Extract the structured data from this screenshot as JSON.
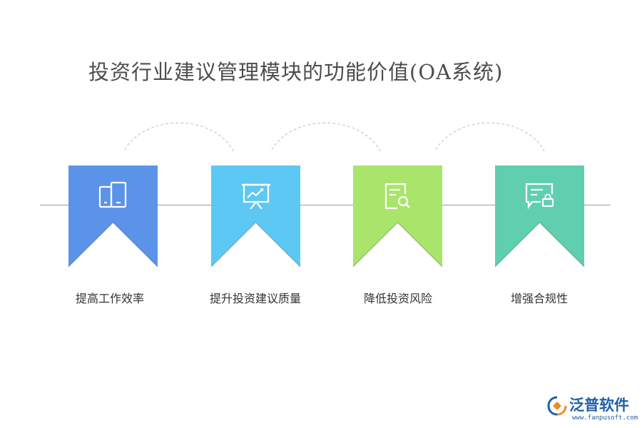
{
  "title": "投资行业建议管理模块的功能价值(OA系统)",
  "items": [
    {
      "label": "提高工作效率",
      "color": "#5b93e8",
      "icon": "devices-icon"
    },
    {
      "label": "提升投资建议质量",
      "color": "#5dc8f3",
      "icon": "presentation-chart-icon"
    },
    {
      "label": "降低投资风险",
      "color": "#a9e46b",
      "icon": "document-search-icon"
    },
    {
      "label": "增强合规性",
      "color": "#5fcfb0",
      "icon": "message-lock-icon"
    }
  ],
  "logo": {
    "brand": "泛普软件",
    "url": "www.fanpusoft.com",
    "color": "#1f5fa8"
  }
}
